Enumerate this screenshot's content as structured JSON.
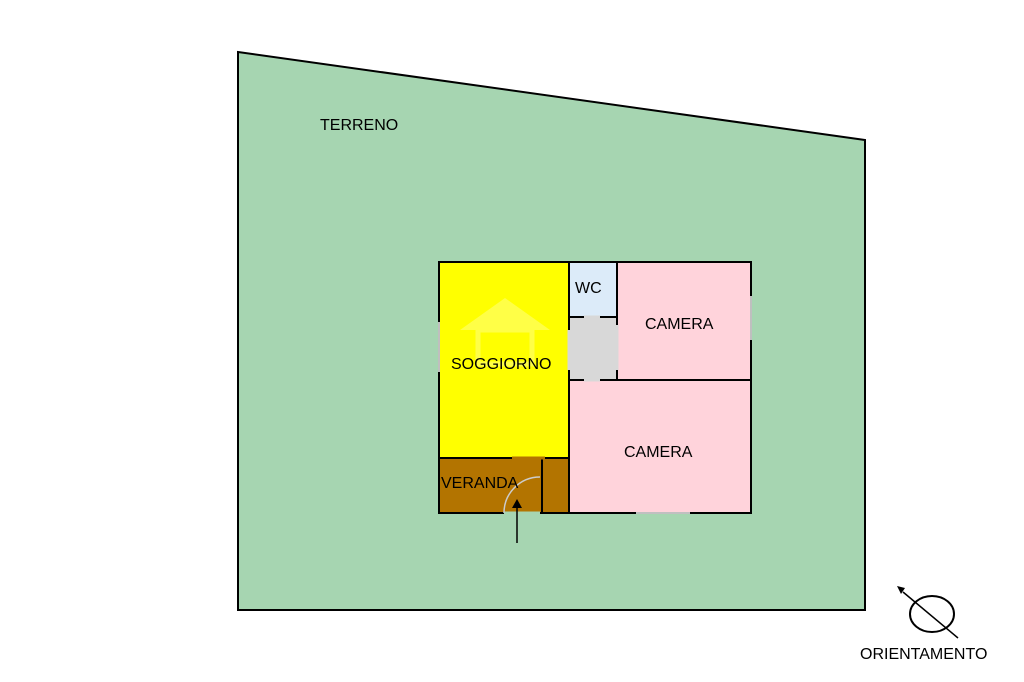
{
  "labels": {
    "terreno": "TERRENO",
    "soggiorno": "SOGGIORNO",
    "wc": "WC",
    "camera_top": "CAMERA",
    "camera_bottom": "CAMERA",
    "veranda": "VERANDA",
    "orientamento": "ORIENTAMENTO"
  },
  "colors": {
    "terreno": "#a6d5b1",
    "soggiorno": "#ffff00",
    "wc": "#dcebf9",
    "camera": "#ffd3db",
    "veranda": "#b37400",
    "disimpegno": "#d8d8d8",
    "walls": "#000000"
  },
  "icons": {
    "compass": "compass-icon",
    "entrance": "entrance-arrow-icon"
  }
}
